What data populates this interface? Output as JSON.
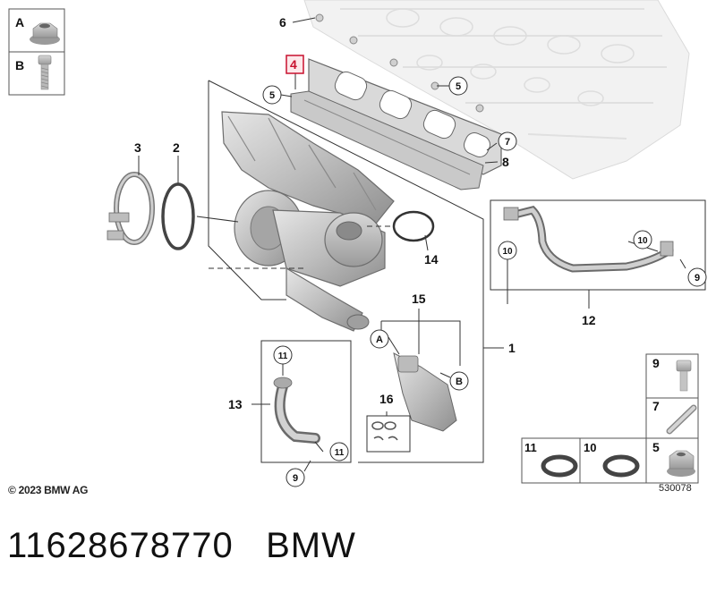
{
  "diagram": {
    "copyright": "© 2023 BMW AG",
    "document_number": "530078",
    "callouts": {
      "c1": "1",
      "c2": "2",
      "c3": "3",
      "c4": "4",
      "c5a": "5",
      "c5b": "5",
      "c6": "6",
      "c7": "7",
      "c8": "8",
      "c9a": "9",
      "c9b": "9",
      "c10": "10",
      "c11a": "11",
      "c11b": "11",
      "c12": "12",
      "c13": "13",
      "c14": "14",
      "c15": "15",
      "c16": "16",
      "cA": "A",
      "cB": "B"
    },
    "legend": {
      "top": [
        {
          "label": "A",
          "icon": "flange-nut-icon"
        },
        {
          "label": "B",
          "icon": "bolt-icon"
        }
      ],
      "bottom_right": [
        {
          "label": "9",
          "icon": "allen-bolt-icon"
        },
        {
          "label": "7",
          "icon": "dowel-pin-icon"
        },
        {
          "label": "11",
          "icon": "sealing-ring-icon"
        },
        {
          "label": "10",
          "icon": "sealing-ring-icon"
        },
        {
          "label": "5",
          "icon": "flange-nut-icon"
        }
      ]
    },
    "highlight_color": "#c8102e"
  },
  "caption": {
    "part_number": "11628678770",
    "brand": "BMW"
  }
}
